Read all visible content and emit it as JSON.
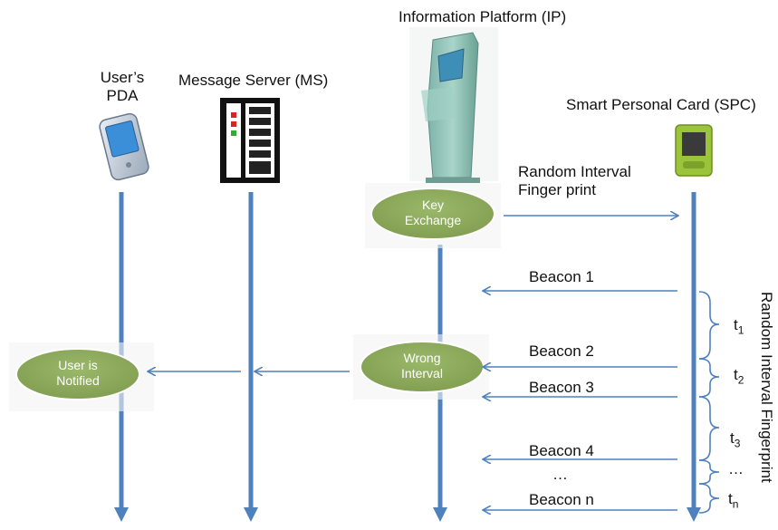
{
  "actors": {
    "pda": {
      "line1": "User’s",
      "line2": "PDA"
    },
    "ms": {
      "label": "Message Server (MS)"
    },
    "ip": {
      "label": "Information Platform (IP)"
    },
    "spc": {
      "label": "Smart Personal Card (SPC)"
    }
  },
  "bubbles": {
    "key_exchange": {
      "line1": "Key",
      "line2": "Exchange"
    },
    "wrong_interval": {
      "line1": "Wrong",
      "line2": "Interval"
    },
    "user_notified": {
      "line1": "User is",
      "line2": "Notified"
    }
  },
  "messages": {
    "fingerprint_line1": "Random Interval",
    "fingerprint_line2": "Finger print",
    "beacon1": "Beacon 1",
    "beacon2": "Beacon 2",
    "beacon3": "Beacon 3",
    "beacon4": "Beacon 4",
    "ellipsis": "…",
    "beaconn": "Beacon n"
  },
  "intervals": {
    "t1": {
      "base": "t",
      "sub": "1"
    },
    "t2": {
      "base": "t",
      "sub": "2"
    },
    "t3": {
      "base": "t",
      "sub": "3"
    },
    "dots": "…",
    "tn": {
      "base": "t",
      "sub": "n"
    }
  },
  "side_label": "Random Interval Fingerprint",
  "colors": {
    "lifeline": "#4f81bd",
    "bubble": "#8aa55a",
    "arrow": "#4f81bd",
    "brace": "#4f81bd"
  }
}
